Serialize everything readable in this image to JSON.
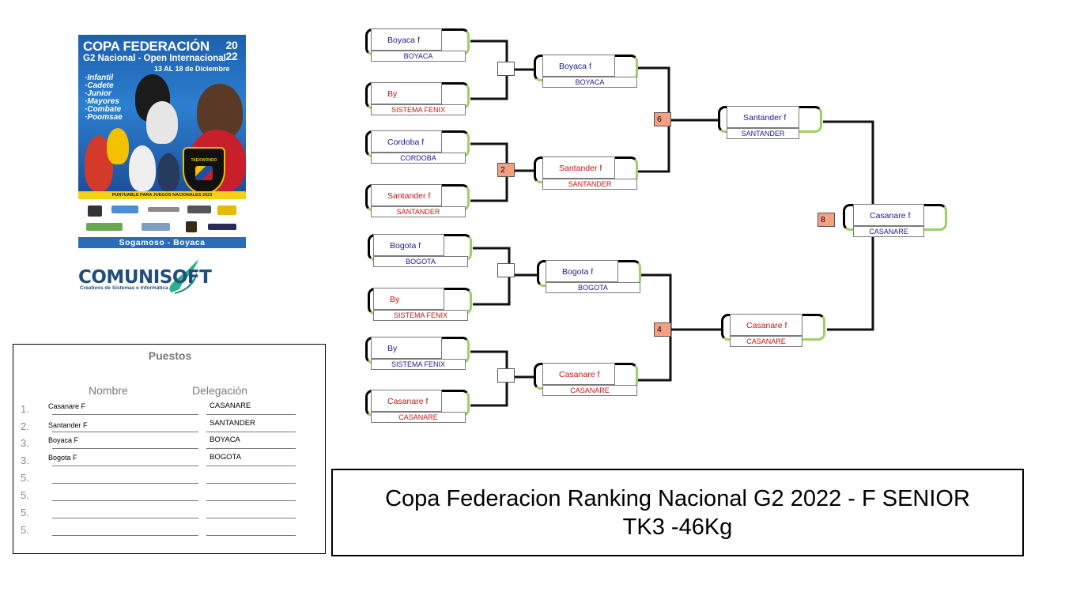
{
  "poster": {
    "title": "COPA FEDERACIÓN",
    "year_top": "20",
    "year_bottom": "22",
    "subtitle": "G2 Nacional - Open Internacional",
    "dates": "13 AL 18 de Diciembre",
    "categories": [
      "Infantil",
      "Cadete",
      "Junior",
      "Mayores",
      "Combate",
      "Poomsae"
    ],
    "shield_label": "TAEKWONDO",
    "band": "PUNTUABLE PARA JUEGOS NACIONALES 2023",
    "footer": "Sogamoso - Boyaca"
  },
  "comunisoft": {
    "word": "COMUNISOFT",
    "tagline": "Creativos de Sistemas e Informática"
  },
  "puestos": {
    "title": "Puestos",
    "header_name": "Nombre",
    "header_delegation": "Delegación",
    "rows": [
      {
        "num": "1.",
        "name": "Casanare F",
        "delegation": "CASANARE"
      },
      {
        "num": "2.",
        "name": "Santander F",
        "delegation": "SANTANDER"
      },
      {
        "num": "3.",
        "name": "Boyaca F",
        "delegation": "BOYACA"
      },
      {
        "num": "3.",
        "name": "Bogota F",
        "delegation": "BOGOTA"
      },
      {
        "num": "5.",
        "name": "",
        "delegation": ""
      },
      {
        "num": "5.",
        "name": "",
        "delegation": ""
      },
      {
        "num": "5.",
        "name": "",
        "delegation": ""
      },
      {
        "num": "5.",
        "name": "",
        "delegation": ""
      }
    ]
  },
  "title_box": {
    "line1": "Copa Federacion Ranking Nacional G2 2022 - F SENIOR",
    "line2": "TK3 -46Kg"
  },
  "bracket": {
    "round1": [
      {
        "name": "Boyaca f",
        "delegation": "BOYACA",
        "color": "blue"
      },
      {
        "name": "By",
        "delegation": "SISTEMA FENIX",
        "color": "red"
      },
      {
        "name": "Cordoba f",
        "delegation": "CORDOBA",
        "color": "blue"
      },
      {
        "name": "Santander f",
        "delegation": "SANTANDER",
        "color": "red"
      },
      {
        "name": "Bogota f",
        "delegation": "BOGOTA",
        "color": "blue"
      },
      {
        "name": "By",
        "delegation": "SISTEMA FENIX",
        "color": "red"
      },
      {
        "name": "By",
        "delegation": "SISTEMA FENIX",
        "color": "blue"
      },
      {
        "name": "Casanare f",
        "delegation": "CASANARE",
        "color": "red"
      }
    ],
    "round2": [
      {
        "name": "Boyaca f",
        "delegation": "BOYACA",
        "color": "blue"
      },
      {
        "name": "Santander f",
        "delegation": "SANTANDER",
        "color": "red"
      },
      {
        "name": "Bogota f",
        "delegation": "BOGOTA",
        "color": "blue"
      },
      {
        "name": "Casanare f",
        "delegation": "CASANARE",
        "color": "red"
      }
    ],
    "semis": [
      {
        "name": "Santander f",
        "delegation": "SANTANDER",
        "color": "blue"
      },
      {
        "name": "Casanare f",
        "delegation": "CASANARE",
        "color": "red"
      }
    ],
    "final": {
      "name": "Casanare f",
      "delegation": "CASANARE",
      "color": "blue"
    },
    "match_numbers": {
      "r1_a": "",
      "r1_b": "2",
      "r1_c": "",
      "r1_d": "",
      "sf_a": "6",
      "sf_b": "4",
      "final": "8"
    },
    "colors": {
      "blue": "#1a1a9a",
      "red": "#c81414",
      "node_orange": "#f4a084",
      "green_shadow": "#9dd068"
    }
  }
}
